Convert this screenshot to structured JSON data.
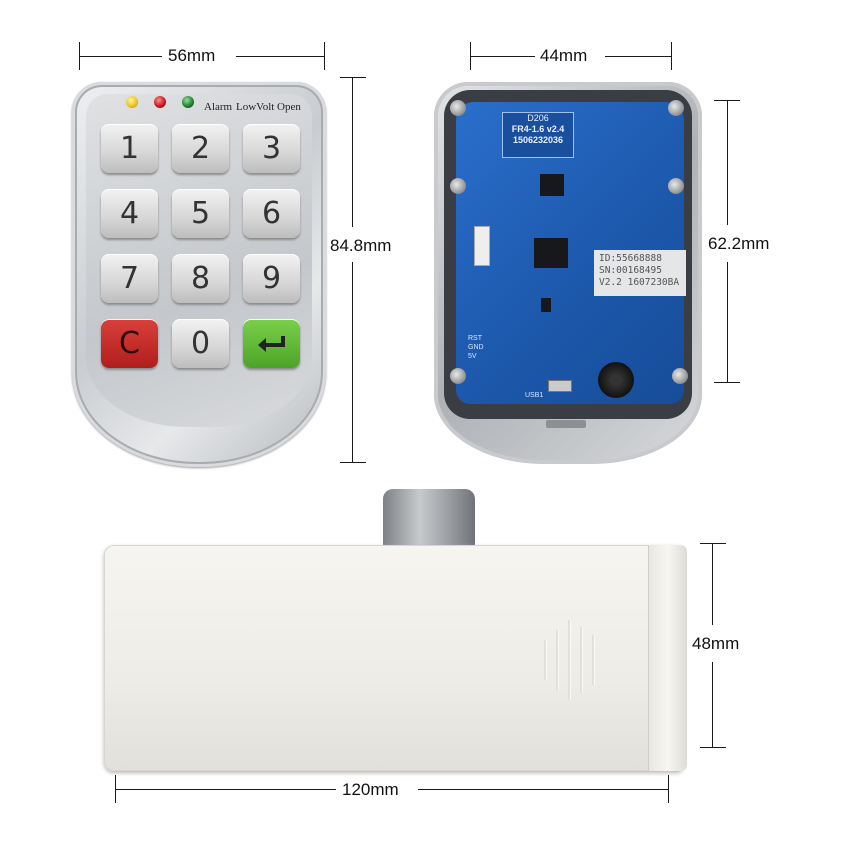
{
  "dimensions": {
    "keypad_width": "56mm",
    "keypad_height": "84.8mm",
    "board_width": "44mm",
    "board_height": "62.2mm",
    "lock_height": "48mm",
    "lock_width": "120mm"
  },
  "keypad": {
    "indicators": [
      {
        "label": "Alarm",
        "color": "#e8c21a"
      },
      {
        "label": "LowVolt",
        "color": "#c4151a"
      },
      {
        "label": "Open",
        "color": "#1d7a2c"
      }
    ],
    "keys": [
      "1",
      "2",
      "3",
      "4",
      "5",
      "6",
      "7",
      "8",
      "9",
      "C",
      "0",
      "↵"
    ],
    "clear_color": "#c32623",
    "enter_color": "#5cb534"
  },
  "board": {
    "silkscreen": [
      "D206",
      "FR4-1.6 v2.4",
      "1506232036"
    ],
    "sticker": [
      "ID:55668888",
      "SN:00168495",
      "V2.2 1607230BA"
    ],
    "pins": [
      "RST",
      "GND",
      "5V"
    ],
    "usb_label": "USB1"
  }
}
